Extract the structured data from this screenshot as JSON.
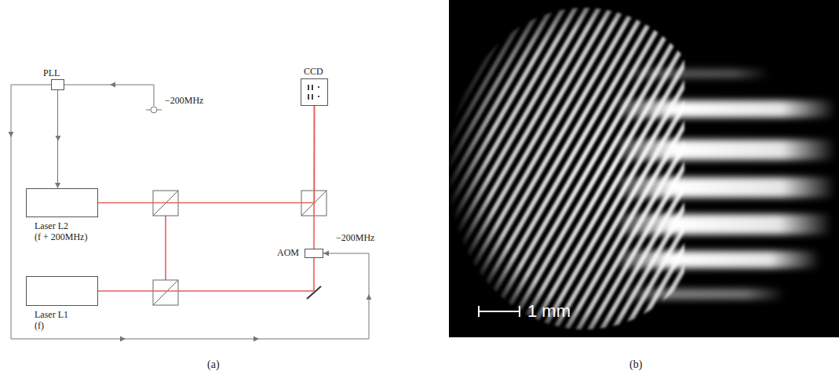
{
  "diagram": {
    "nodes": [
      {
        "text": [
          "PLL"
        ]
      },
      {
        "text": [
          "Laser L2",
          "(f + 200MHz)"
        ]
      },
      {
        "text": [
          "Laser L1",
          "(f)"
        ]
      },
      {
        "text": [
          "CCD"
        ]
      },
      {
        "text": [
          "AOM"
        ]
      }
    ],
    "edges": [
      {
        "from": 0,
        "to": 1,
        "arrow": "to"
      },
      {
        "from": 0,
        "to": 4,
        "arrow": "to"
      },
      {
        "from": 1,
        "to": 3,
        "arrow": "none"
      },
      {
        "from": 2,
        "to": 4,
        "arrow": "none"
      },
      {
        "from": 4,
        "to": 3,
        "arrow": "none"
      }
    ],
    "labels": [
      "−200MHz",
      "−200MHz",
      "1 mm",
      "(a)",
      "(b)"
    ]
  }
}
